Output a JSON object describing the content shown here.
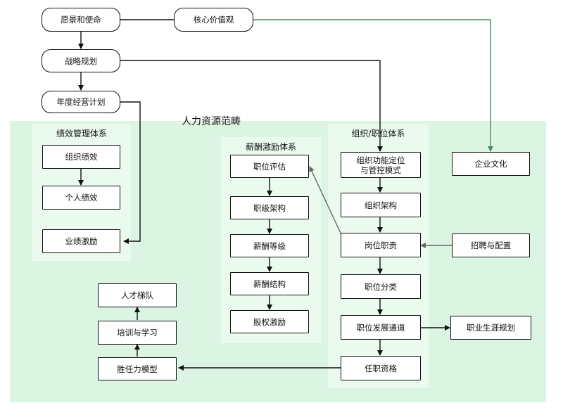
{
  "region_label": "人力资源范畴",
  "panels": {
    "performance": "绩效管理体系",
    "compensation": "薪酬激励体系",
    "organization": "组织/职位体系"
  },
  "nodes": {
    "vision": "愿景和使命",
    "values": "核心价值观",
    "strategy": "战略规划",
    "annual_plan": "年度经营计划",
    "org_performance": "组织绩效",
    "personal_performance": "个人绩效",
    "performance_incentive": "业绩激励",
    "job_evaluation": "职位评估",
    "grade_structure": "职级架构",
    "pay_grade": "薪酬等级",
    "pay_structure": "薪酬结构",
    "equity_incentive": "股权激励",
    "org_function": "组织功能定位\n与管控模式",
    "org_structure": "组织架构",
    "job_duties": "岗位职责",
    "job_classification": "职位分类",
    "career_path": "职位发展通道",
    "qualification": "任职资格",
    "corporate_culture": "企业文化",
    "recruitment": "招聘与配置",
    "career_planning": "职业生涯规划",
    "talent_pipeline": "人才梯队",
    "training": "培训与学习",
    "competency_model": "胜任力模型"
  }
}
